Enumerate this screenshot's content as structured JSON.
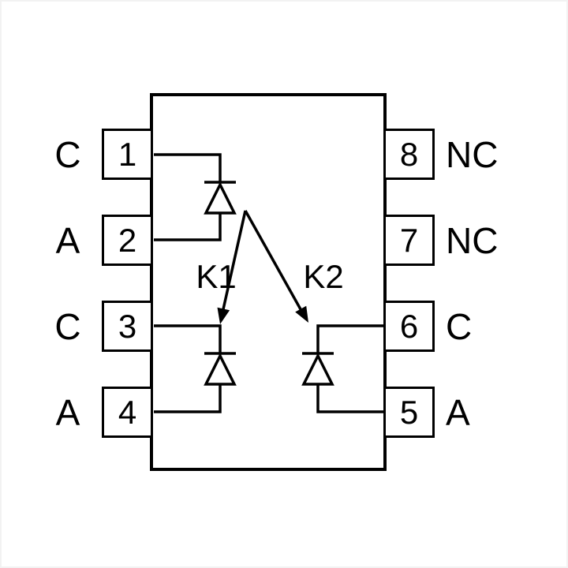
{
  "pins": {
    "left": [
      {
        "number": "1",
        "label": "C"
      },
      {
        "number": "2",
        "label": "A"
      },
      {
        "number": "3",
        "label": "C"
      },
      {
        "number": "4",
        "label": "A"
      }
    ],
    "right": [
      {
        "number": "8",
        "label": "NC"
      },
      {
        "number": "7",
        "label": "NC"
      },
      {
        "number": "6",
        "label": "C"
      },
      {
        "number": "5",
        "label": "A"
      }
    ]
  },
  "annotations": {
    "k1": "K1",
    "k2": "K2"
  },
  "colors": {
    "line": "#000000",
    "background": "#ffffff"
  }
}
